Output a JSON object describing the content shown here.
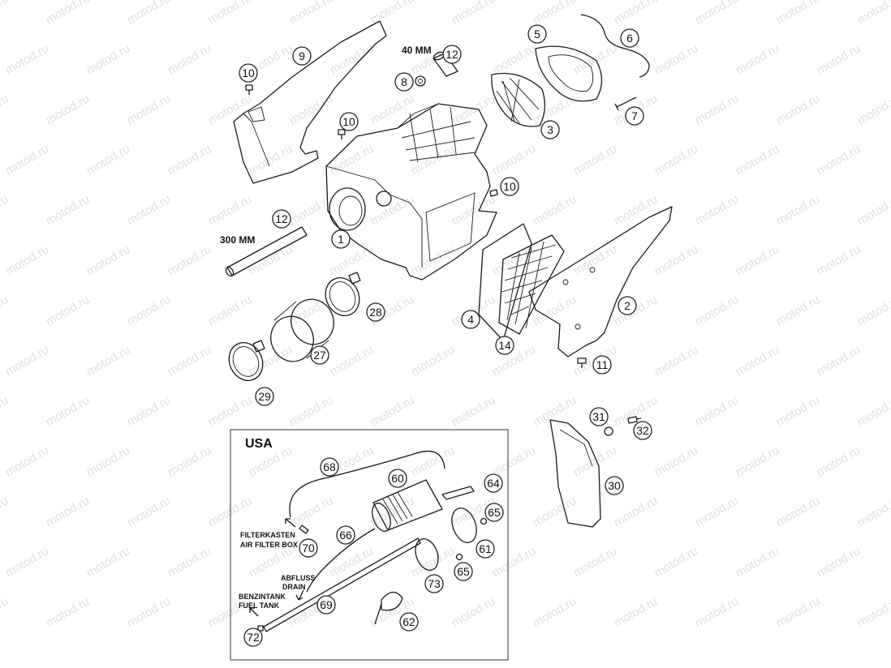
{
  "watermark": "motod.ru",
  "labels": {
    "mm40": "40 MM",
    "mm300": "300 MM",
    "usa": "USA",
    "filterkasten": "FILTERKASTEN",
    "airfilterbox": "AIR FILTER BOX",
    "abfluss": "ABFLUSS",
    "drain": "DRAIN",
    "benzintank": "BENZINTANK",
    "fueltank": "FUEL TANK"
  },
  "callouts": {
    "c1": "1",
    "c2": "2",
    "c3": "3",
    "c4": "4",
    "c5": "5",
    "c6": "6",
    "c7": "7",
    "c8": "8",
    "c9": "9",
    "c10a": "10",
    "c10b": "10",
    "c10c": "10",
    "c11": "11",
    "c12a": "12",
    "c12b": "12",
    "c14": "14",
    "c27": "27",
    "c28": "28",
    "c29": "29",
    "c30": "30",
    "c31": "31",
    "c32": "32",
    "c60": "60",
    "c61": "61",
    "c62": "62",
    "c64": "64",
    "c65a": "65",
    "c65b": "65",
    "c66": "66",
    "c68": "68",
    "c69": "69",
    "c70": "70",
    "c72": "72",
    "c73": "73"
  }
}
